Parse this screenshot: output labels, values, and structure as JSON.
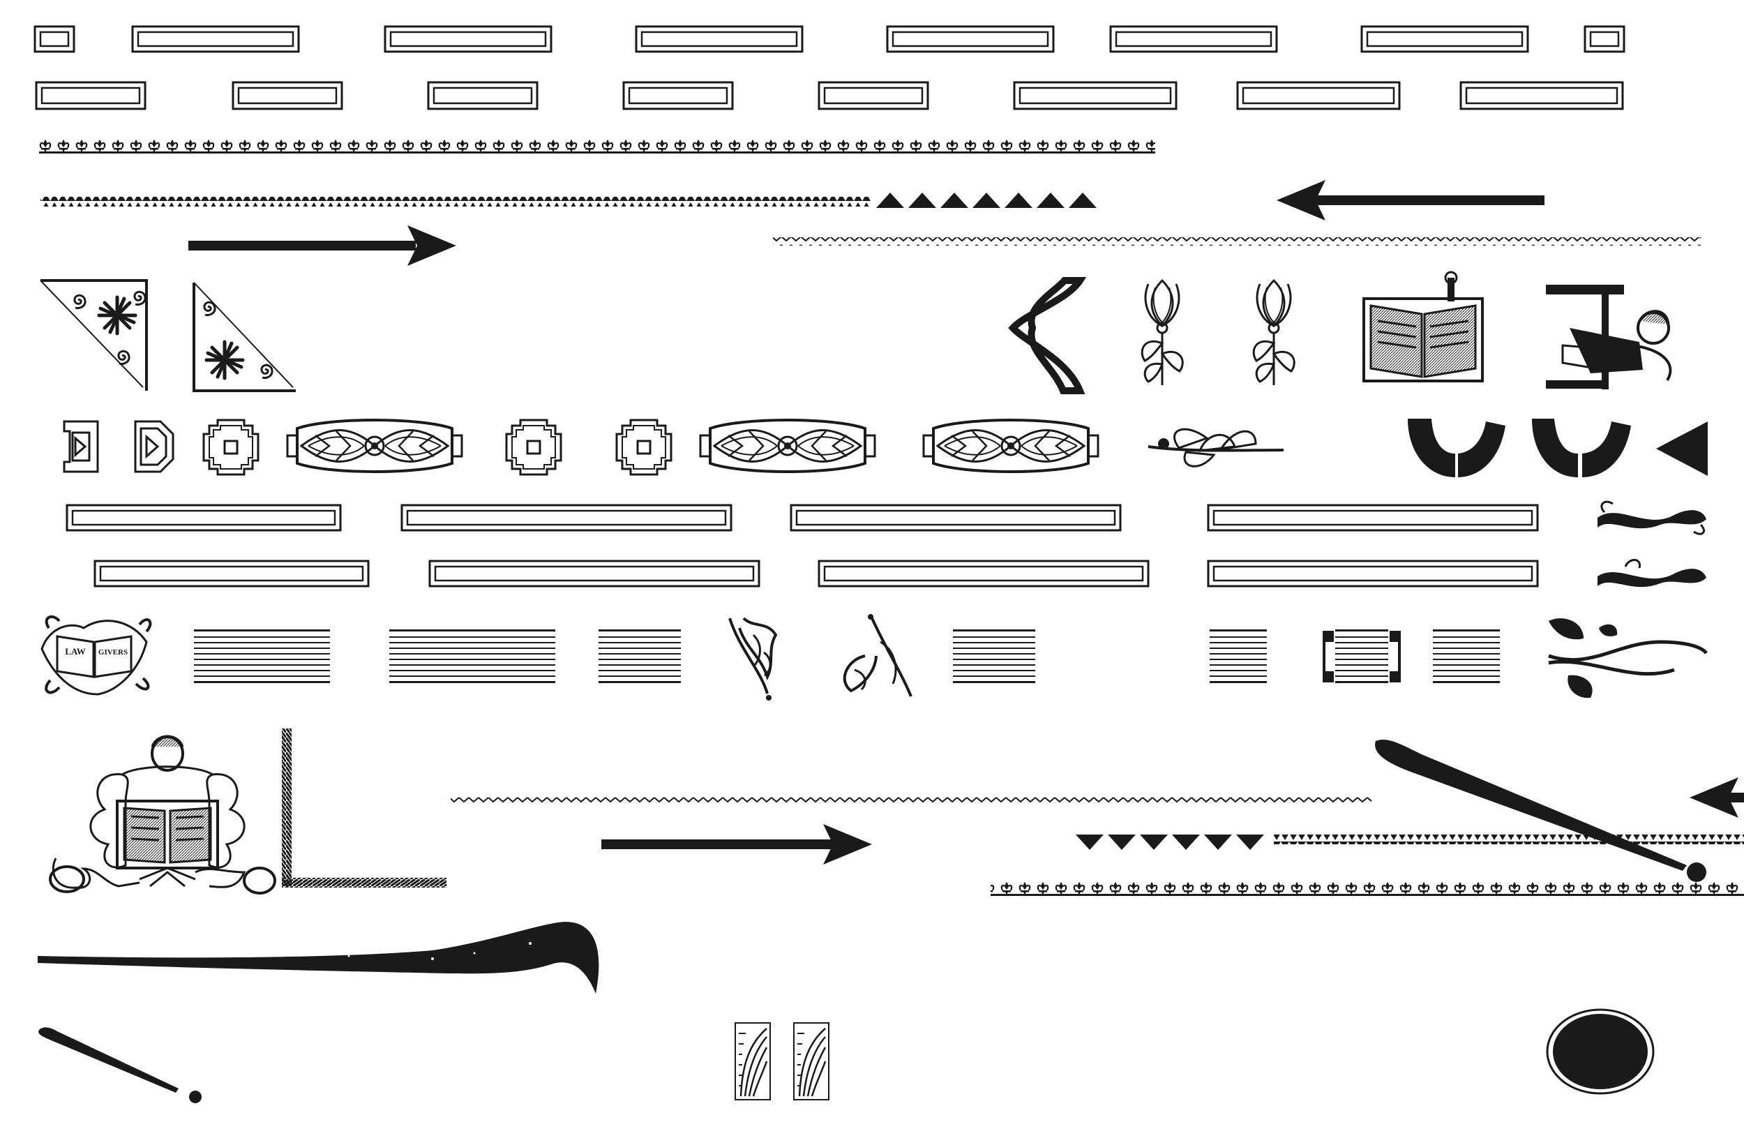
{
  "sheet": {
    "kind": "printer's ornament specimen sheet",
    "ink_color": "#1a1a1a",
    "paper_color": "#ffffff"
  },
  "ornament_labels": {
    "book_badge_left": "LAW",
    "book_badge_right": "GIVERS"
  },
  "icons": [
    "double-rule-frame",
    "fleur-de-lis-border",
    "zigzag-border",
    "triangle-row",
    "arrow-left-icon",
    "arrow-right-icon",
    "wavy-rule",
    "daisy-corner-icon",
    "chevron-bracket-icon",
    "tulip-stem-icon",
    "open-book-icon",
    "reading-child-icon",
    "octagon-tile-icon",
    "leaf-cartouche-icon",
    "leaf-branch-icon",
    "arch-segment-icon",
    "wave-scroll-icon",
    "laurel-book-badge-icon",
    "horizontal-lines-block",
    "acanthus-leaf-icon",
    "bracket-lines-block",
    "ivy-vine-icon",
    "oak-book-crest-icon",
    "rope-corner-icon",
    "dot-tail-swash-icon",
    "brush-swash-icon",
    "feather-pair-icon",
    "oval-blot-icon"
  ]
}
